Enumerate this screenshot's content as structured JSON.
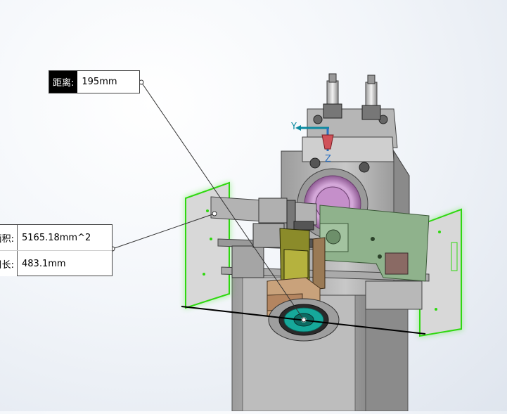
{
  "measurements": {
    "distance": {
      "label": "距离:",
      "value": "195mm"
    },
    "area": {
      "label": "面积:",
      "value": "5165.18mm^2"
    },
    "perimeter": {
      "label": "周长:",
      "value": "483.1mm"
    }
  },
  "triad": {
    "y_axis": "Y",
    "z_axis": "Z"
  },
  "colors": {
    "selection_green": "#39e21a",
    "machine_gray": "#b9b9b9",
    "plate_green": "#8fb28c",
    "bearing_purple": "#c99bd0",
    "bracket_olive": "#8b8b2a",
    "teal_part": "#16a89a"
  }
}
